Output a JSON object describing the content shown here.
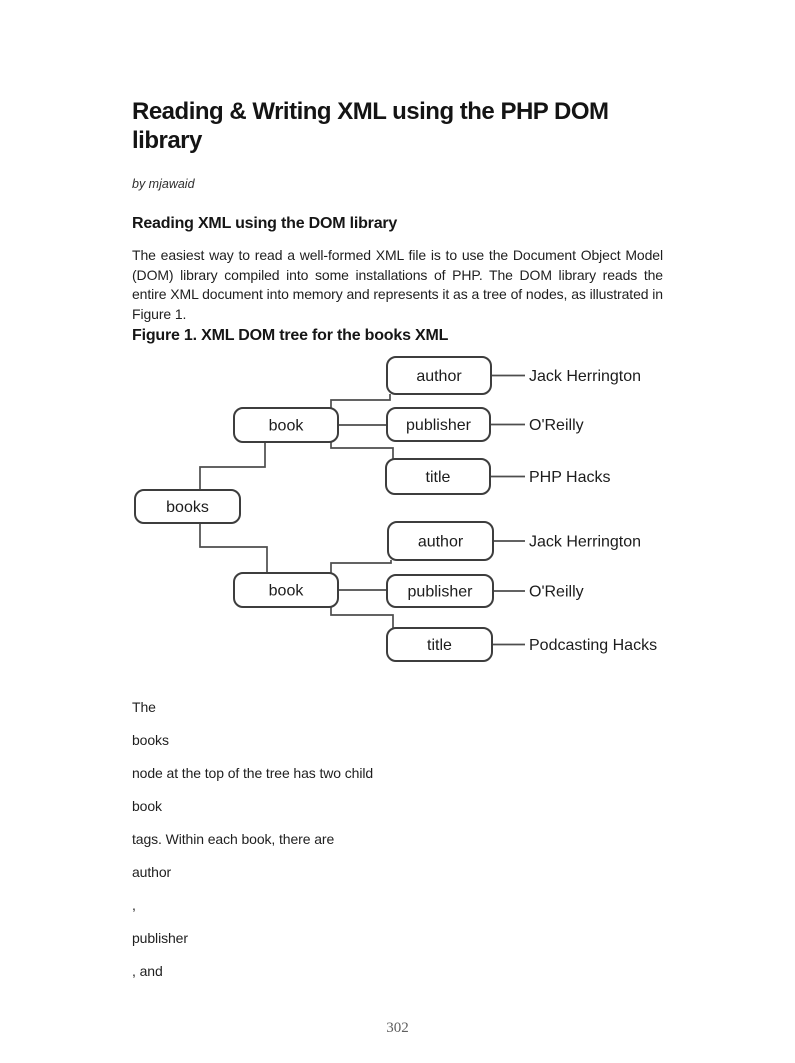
{
  "article": {
    "title": "Reading & Writing XML using the PHP DOM library",
    "byline": "by mjawaid",
    "section_heading": "Reading XML using the DOM library",
    "intro_paragraph": "The easiest way to read a well-formed XML file is to use the Document Object Model (DOM) library compiled into some installations of PHP. The DOM library reads the entire XML document into memory and represents it as a tree of nodes, as illustrated in Figure 1.",
    "figure_caption": "Figure 1. XML DOM tree for the books XML",
    "fragments": [
      "The",
      "books",
      "node at the top of the tree has two child",
      "book",
      "tags. Within each book, there are",
      "author",
      ",",
      "publisher",
      ", and"
    ],
    "page_number": "302"
  },
  "diagram": {
    "root_label": "books",
    "books": [
      {
        "node_label": "book",
        "children": [
          {
            "tag": "author",
            "value": "Jack Herrington"
          },
          {
            "tag": "publisher",
            "value": "O'Reilly"
          },
          {
            "tag": "title",
            "value": "PHP Hacks"
          }
        ]
      },
      {
        "node_label": "book",
        "children": [
          {
            "tag": "author",
            "value": "Jack Herrington"
          },
          {
            "tag": "publisher",
            "value": "O'Reilly"
          },
          {
            "tag": "title",
            "value": "Podcasting Hacks"
          }
        ]
      }
    ]
  }
}
